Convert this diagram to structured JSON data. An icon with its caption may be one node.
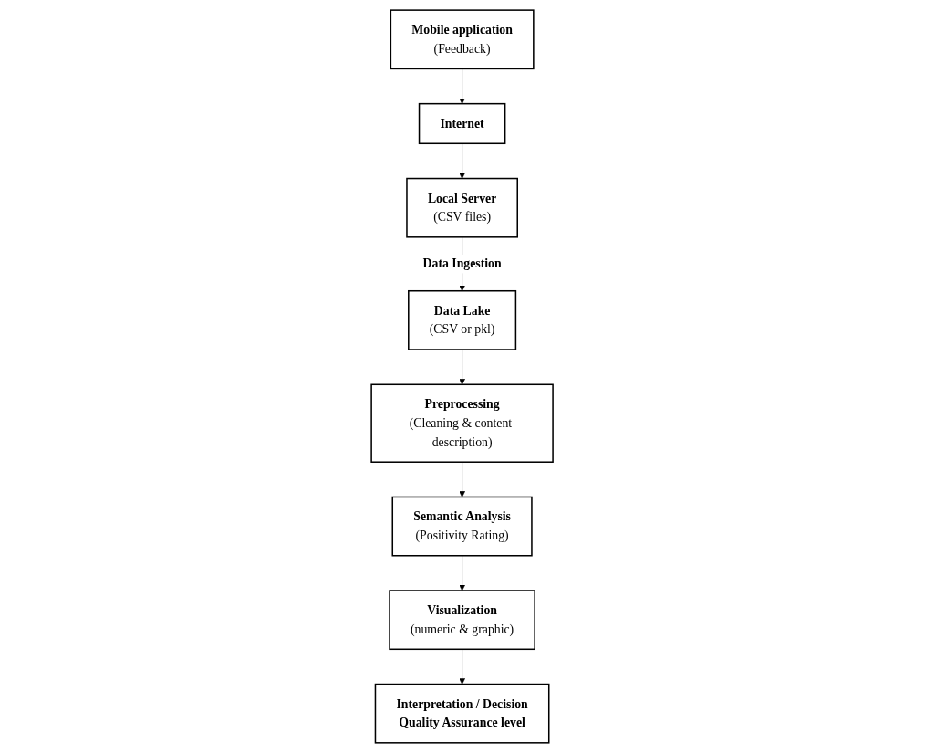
{
  "diagram": {
    "nodes": [
      {
        "text": [
          "Mobile application",
          "(Feedback)"
        ]
      },
      {
        "text": [
          "Local Server",
          "(CSV files)"
        ]
      },
      {
        "text": [
          "Data Lake",
          "(CSV or pkl)"
        ]
      },
      {
        "text": [
          "Internet"
        ]
      },
      {
        "text": [
          "Preprocessing",
          "(Cleaning & content description)"
        ]
      },
      {
        "text": [
          "Semantic Analysis",
          "(Positivity Rating)"
        ]
      },
      {
        "text": [
          "Visualization",
          "(numeric & graphic)"
        ]
      },
      {
        "text": [
          "Interpretation / Decision",
          "Quality Assurance level"
        ]
      }
    ],
    "edges": [
      {
        "from": 0,
        "to": 3,
        "arrow": "to"
      },
      {
        "from": 3,
        "to": 1,
        "arrow": "to"
      },
      {
        "from": 1,
        "to": 2,
        "arrow": "to",
        "label": "Data Ingestion"
      },
      {
        "from": 2,
        "to": 4,
        "arrow": "to"
      },
      {
        "from": 4,
        "to": 5,
        "arrow": "to"
      },
      {
        "from": 5,
        "to": 6,
        "arrow": "to"
      },
      {
        "from": 6,
        "to": 7,
        "arrow": "to"
      }
    ]
  }
}
